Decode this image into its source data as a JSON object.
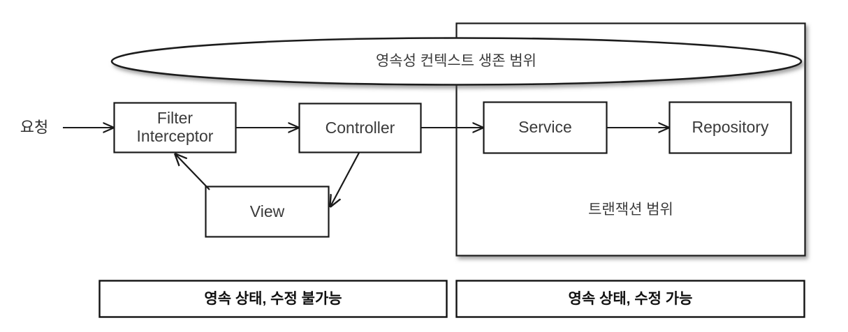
{
  "diagram": {
    "title_text": "영속성 컨텍스트 생존 범위",
    "transaction_scope_label": "트랜잭션 범위",
    "request_label": "요청",
    "nodes": [
      {
        "id": "filter",
        "label": "Filter\nInterceptor"
      },
      {
        "id": "controller",
        "label": "Controller"
      },
      {
        "id": "service",
        "label": "Service"
      },
      {
        "id": "repository",
        "label": "Repository"
      },
      {
        "id": "view",
        "label": "View"
      }
    ],
    "legend": [
      {
        "id": "left",
        "label": "영속 상태, 수정 불가능"
      },
      {
        "id": "right",
        "label": "영속 상태, 수정 가능"
      }
    ],
    "colors": {
      "stroke": "#1a1a1a",
      "fill": "#ffffff",
      "text": "#3a3a3a",
      "legend_text": "#111111",
      "background": "#ffffff"
    }
  }
}
